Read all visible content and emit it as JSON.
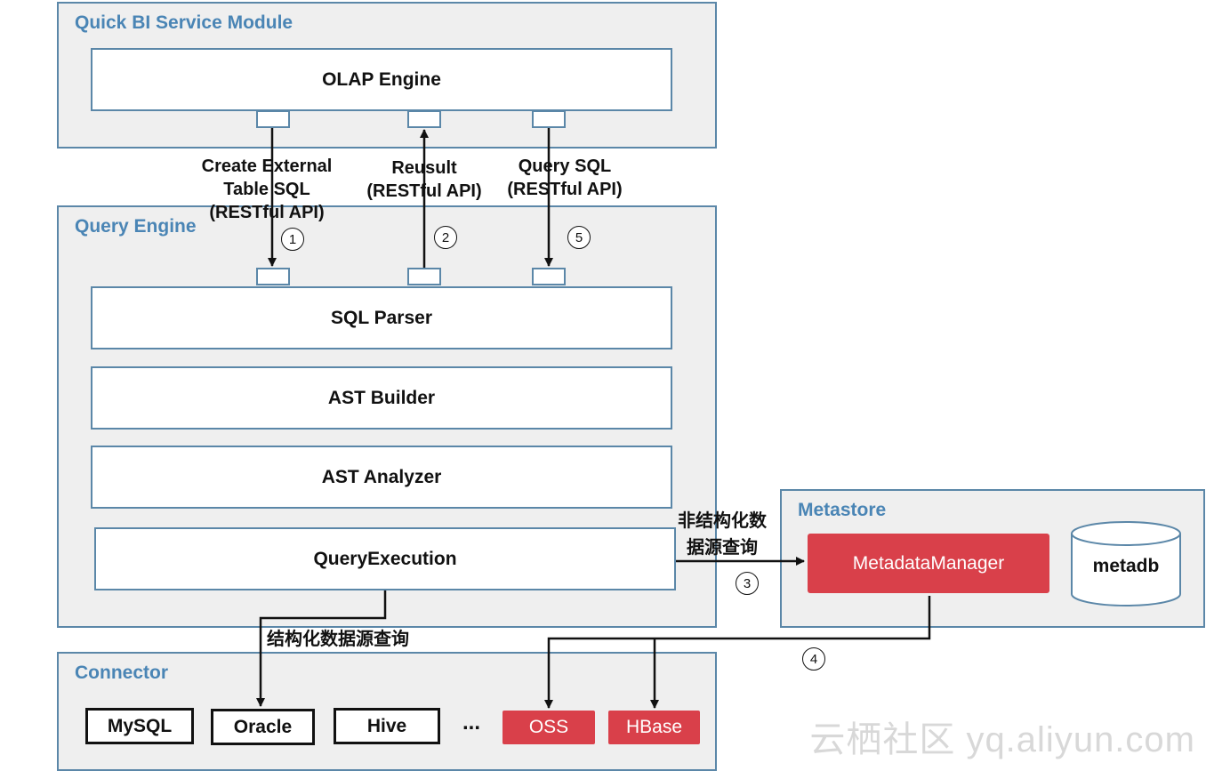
{
  "groups": {
    "quick_bi": "Quick BI Service Module",
    "query_engine": "Query Engine",
    "metastore": "Metastore",
    "connector": "Connector"
  },
  "components": {
    "olap_engine": "OLAP Engine",
    "sql_parser": "SQL Parser",
    "ast_builder": "AST Builder",
    "ast_analyzer": "AST Analyzer",
    "query_execution": "QueryExecution",
    "metadata_manager": "MetadataManager",
    "metadb": "metadb"
  },
  "connectors": [
    "MySQL",
    "Oracle",
    "Hive",
    "...",
    "OSS",
    "HBase"
  ],
  "flows": {
    "create_external": [
      "Create External",
      "Table SQL",
      "(RESTful API)"
    ],
    "result": [
      "Reusult",
      "(RESTful API)"
    ],
    "query_sql": [
      "Query SQL",
      "(RESTful API)"
    ],
    "unstructured": [
      "非结构化数",
      "据源查询"
    ],
    "structured": "结构化数据源查询"
  },
  "steps": [
    "1",
    "2",
    "3",
    "4",
    "5"
  ],
  "watermark": "云栖社区 yq.aliyun.com",
  "colors": {
    "frame": "#5b87a8",
    "title": "#4a85b5",
    "group_bg": "#efefef",
    "highlight": "#d9404a",
    "line": "#111111"
  }
}
